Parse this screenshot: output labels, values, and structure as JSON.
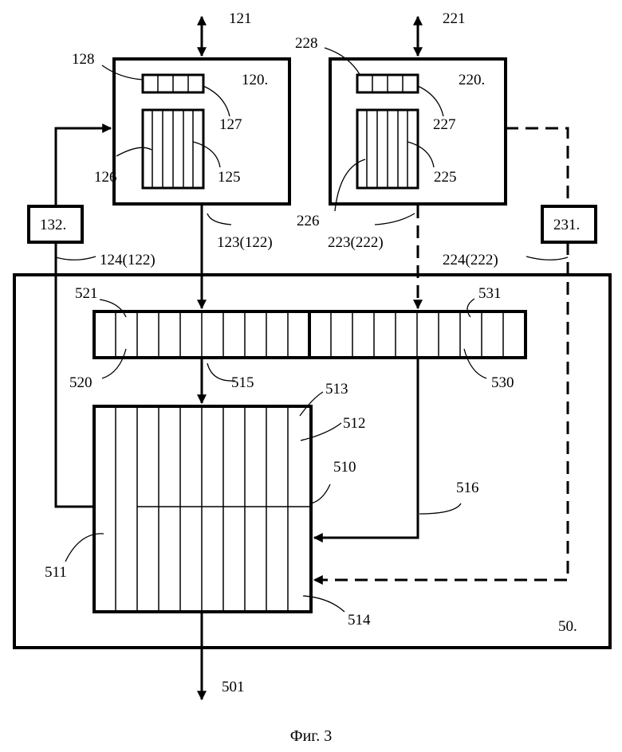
{
  "labels": {
    "l121": "121",
    "l221": "221",
    "l128": "128",
    "l120": "120.",
    "l127": "127",
    "l126": "126",
    "l125": "125",
    "l228": "228",
    "l220": "220.",
    "l227": "227",
    "l225": "225",
    "l226": "226",
    "l132": "132.",
    "l231": "231.",
    "l123": "123(122)",
    "l223": "223(222)",
    "l124": "124(122)",
    "l224": "224(222)",
    "l521": "521",
    "l531": "531",
    "l520": "520",
    "l515": "515",
    "l530": "530",
    "l513": "513",
    "l512": "512",
    "l510": "510",
    "l516": "516",
    "l511": "511",
    "l514": "514",
    "l50": "50.",
    "l501": "501"
  },
  "caption": "Фиг. 3"
}
